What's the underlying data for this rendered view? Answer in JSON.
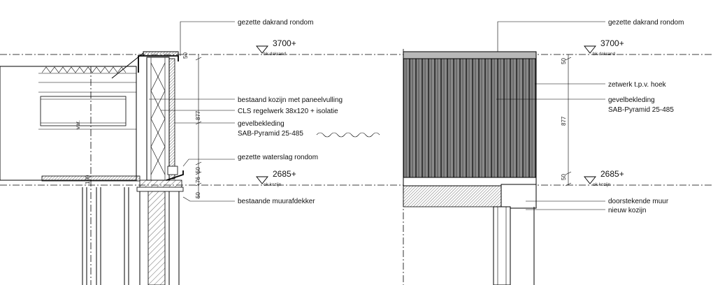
{
  "left": {
    "labels": {
      "dakrand": "gezette dakrand rondom",
      "kozijn": "bestaand kozijn met paneelvulling",
      "regelwerk": "CLS regelwerk 38x120 + isolatie",
      "gevel_1": "gevelbekleding",
      "gevel_2": "SAB-Pyramid 25-485",
      "waterslag": "gezette waterslag rondom",
      "muurafdekker": "bestaande muurafdekker"
    },
    "levels": {
      "top_value": "3700+",
      "top_sub": "bk dakrand",
      "bottom_value": "2685+",
      "bottom_sub": "ok kozijn"
    },
    "dims": {
      "d1": "50",
      "d2": "877",
      "d3": "50",
      "d4": "76",
      "d5": "50",
      "var": "var.",
      "small": "100"
    }
  },
  "right": {
    "labels": {
      "dakrand": "gezette dakrand rondom",
      "zetwerk": "zetwerk t.p.v. hoek",
      "gevel_1": "gevelbekleding",
      "gevel_2": "SAB-Pyramid 25-485",
      "muur": "doorstekende muur",
      "kozijn": "nieuw kozijn"
    },
    "levels": {
      "top_value": "3700+",
      "top_sub": "bk dakrand",
      "bottom_value": "2685+",
      "bottom_sub": "ok kozijn"
    },
    "dims": {
      "d1": "50",
      "d2": "877",
      "d3": "50"
    }
  }
}
